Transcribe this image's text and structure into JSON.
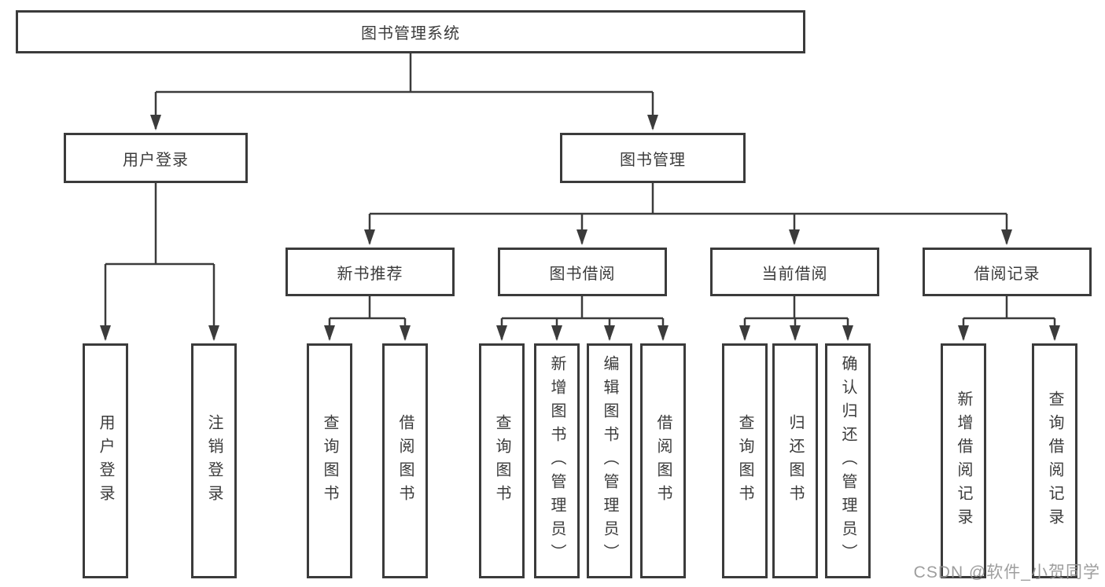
{
  "tree": {
    "root": "图书管理系统",
    "branches": [
      {
        "label": "用户登录",
        "children": [
          {
            "label": "用户登录"
          },
          {
            "label": "注销登录"
          }
        ]
      },
      {
        "label": "图书管理",
        "children": [
          {
            "label": "新书推荐",
            "children": [
              {
                "label": "查询图书"
              },
              {
                "label": "借阅图书"
              }
            ]
          },
          {
            "label": "图书借阅",
            "children": [
              {
                "label": "查询图书"
              },
              {
                "label": "新增图书（管理员）"
              },
              {
                "label": "编辑图书（管理员）"
              },
              {
                "label": "借阅图书"
              }
            ]
          },
          {
            "label": "当前借阅",
            "children": [
              {
                "label": "查询图书"
              },
              {
                "label": "归还图书"
              },
              {
                "label": "确认归还（管理员）"
              }
            ]
          },
          {
            "label": "借阅记录",
            "children": [
              {
                "label": "新增借阅记录"
              },
              {
                "label": "查询借阅记录"
              }
            ]
          }
        ]
      }
    ]
  },
  "watermark": "CSDN @软件_小贺同学",
  "colors": {
    "line": "#3b3b3b",
    "text": "#3b3b3b",
    "box_background": "#ffffff",
    "page_background": "#ffffff",
    "watermark": "#949494"
  }
}
